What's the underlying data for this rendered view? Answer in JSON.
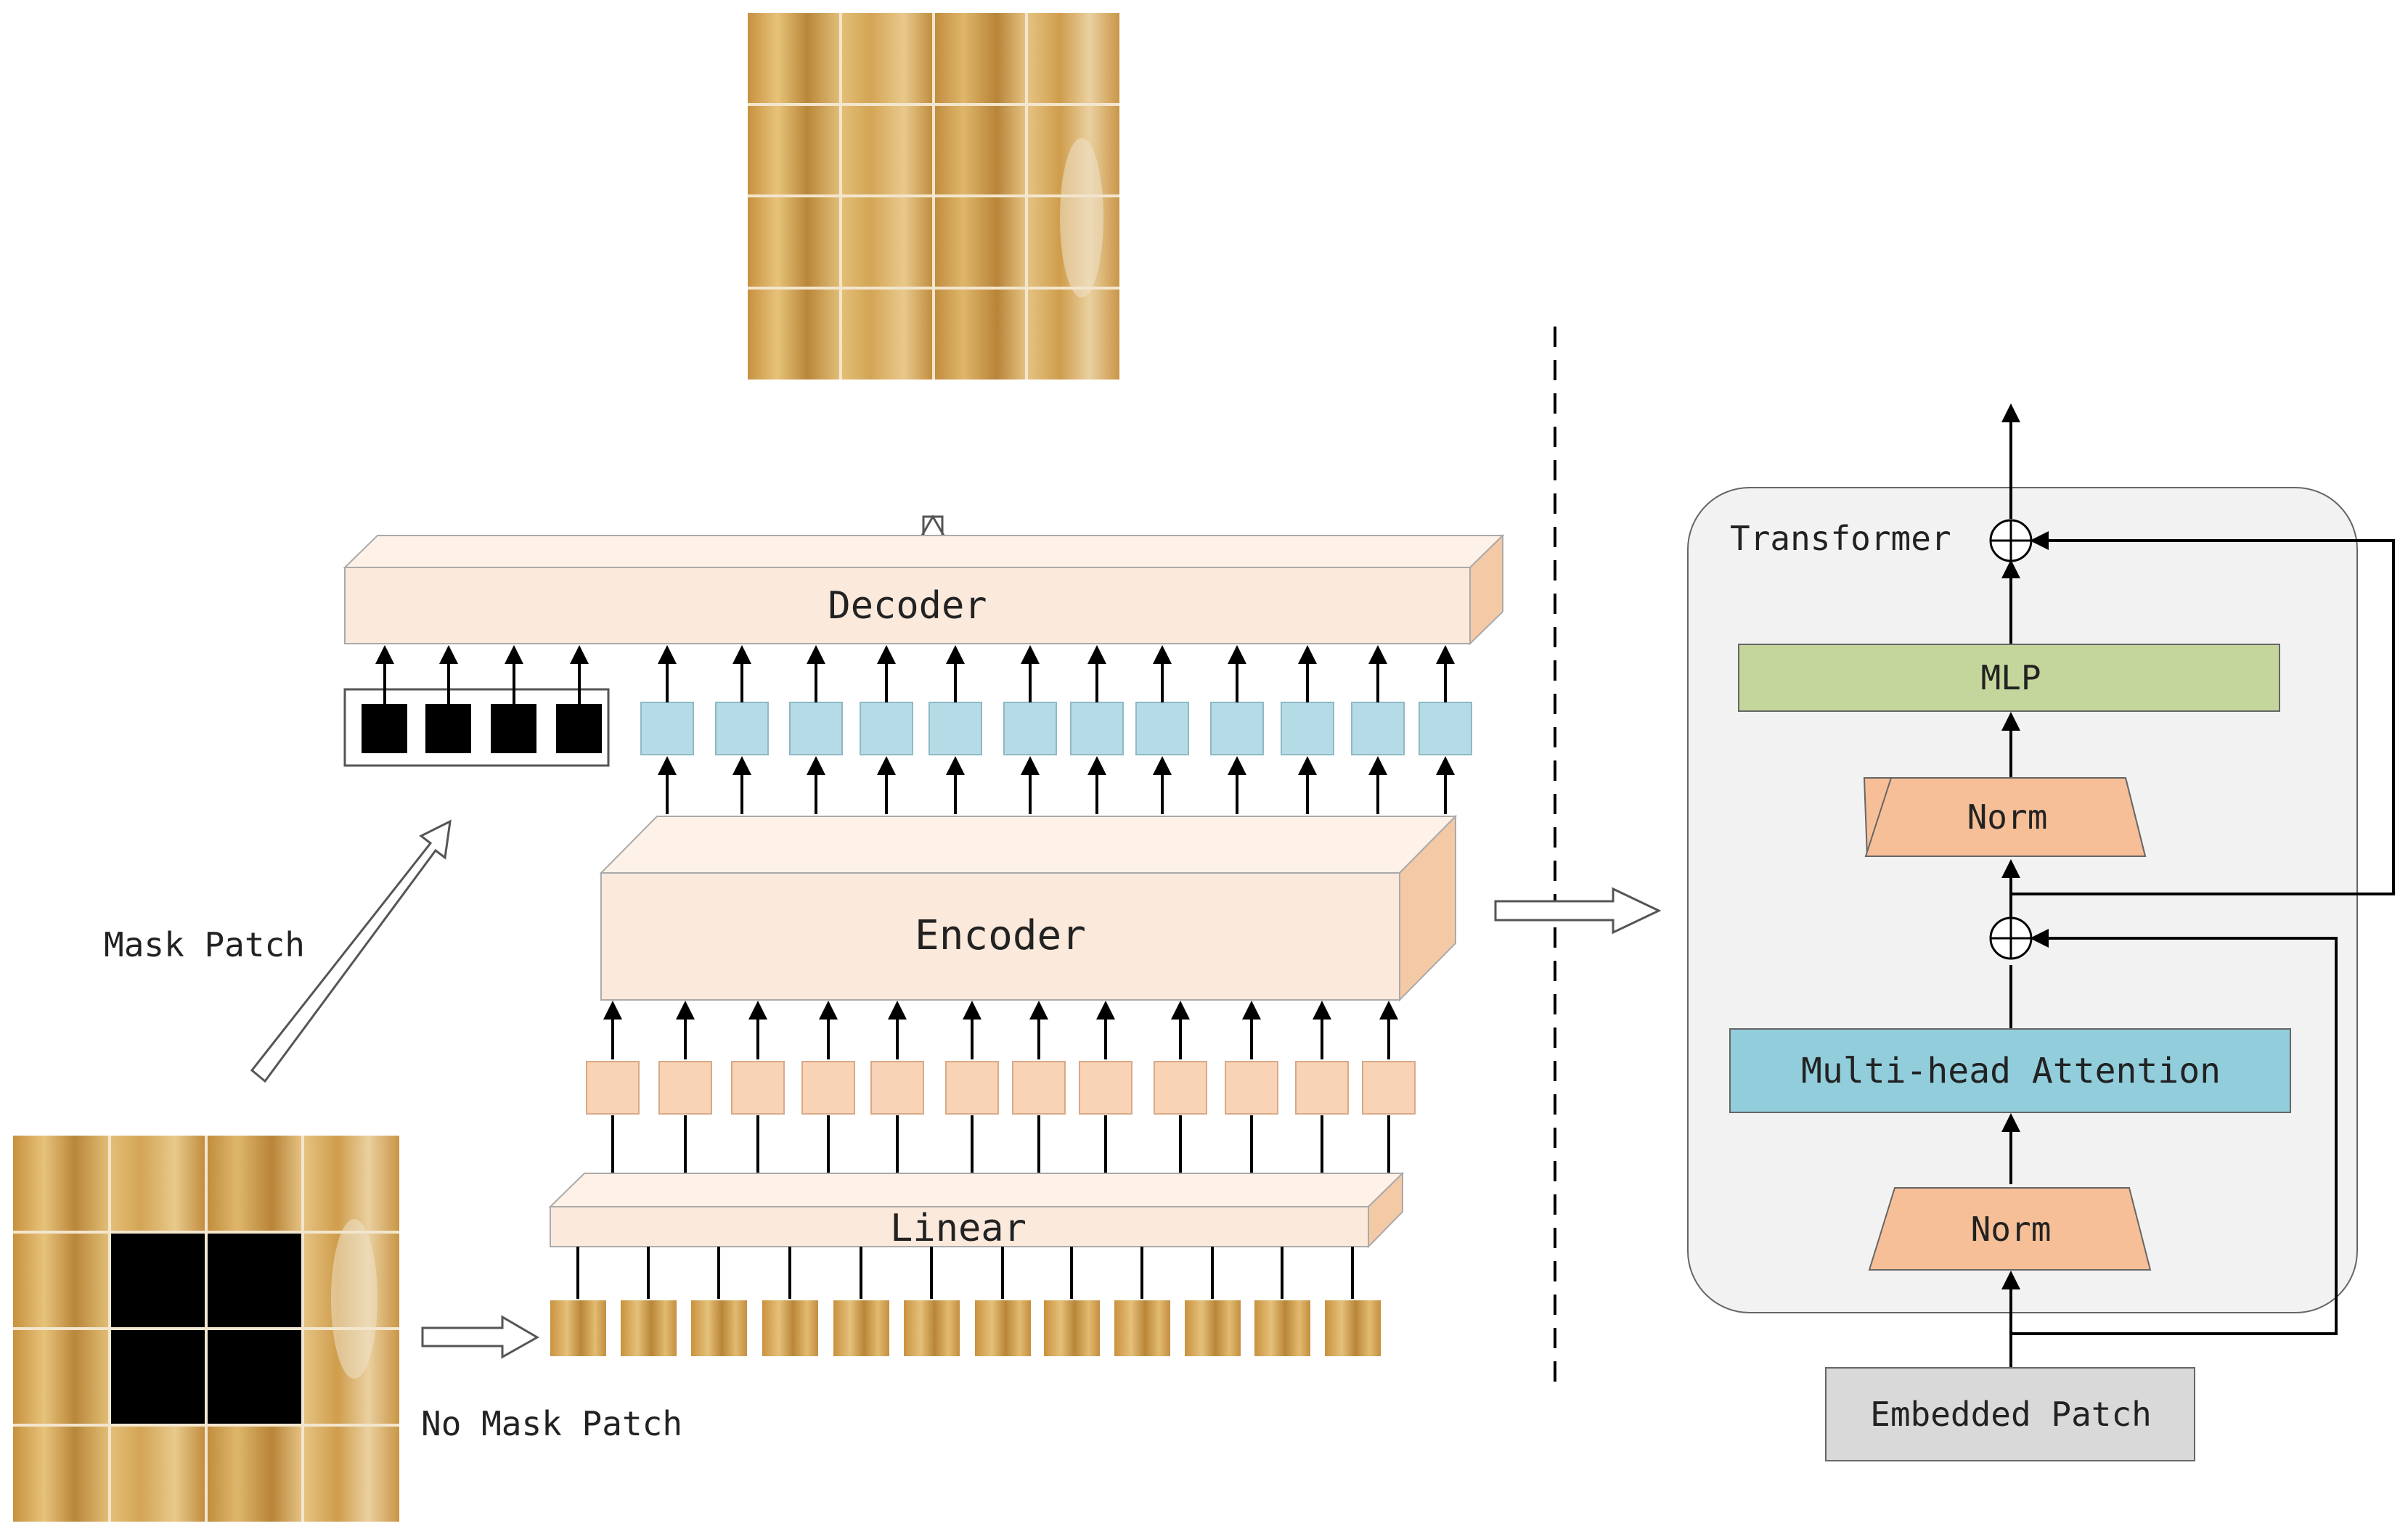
{
  "labels": {
    "decoder": "Decoder",
    "encoder": "Encoder",
    "linear": "Linear",
    "mask_patch": "Mask Patch",
    "no_mask_patch": "No Mask Patch",
    "transformer": "Transformer",
    "mlp": "MLP",
    "norm_top": "Norm",
    "norm_bottom": "Norm",
    "attention": "Multi-head Attention",
    "embedded_patch": "Embedded Patch"
  },
  "colors": {
    "block_face": "#fbe9dc",
    "block_side": "#f4c9a6",
    "block_top": "#fdf1e8",
    "token_orange": "#f8d3b6",
    "token_blue": "#b5dce6",
    "mask_black": "#000000",
    "mlp_green": "#c4d69b",
    "norm_orange": "#f7bf97",
    "attention_blue": "#92cddc",
    "embedded_gray": "#d9d9d9",
    "panel_gray": "#f2f2f2",
    "wood_light": "#e0b96a",
    "wood_dark": "#bb8a3e"
  },
  "icons": {
    "add": "circled-plus-icon",
    "flow": "hollow-arrow-icon"
  },
  "counts": {
    "encoder_tokens": 12,
    "decoder_visible_tokens": 12,
    "mask_tokens": 4,
    "input_patches": 12
  }
}
